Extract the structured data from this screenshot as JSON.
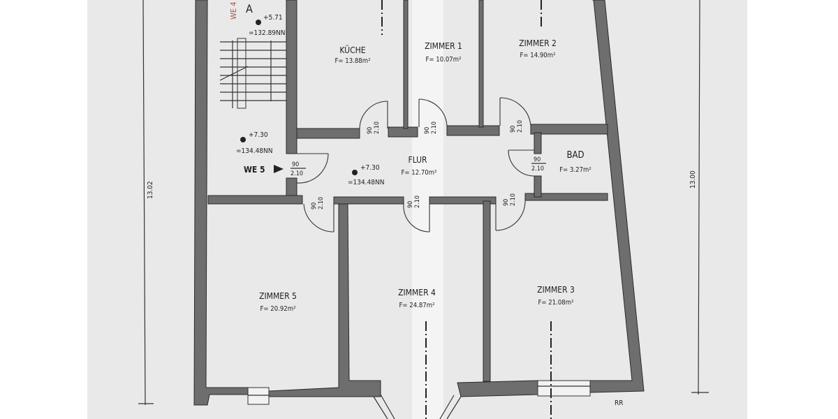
{
  "plan": {
    "rooms": [
      {
        "name": "KÜCHE",
        "area": "F= 13.88m²"
      },
      {
        "name": "ZIMMER 1",
        "area": "F= 10.07m²"
      },
      {
        "name": "ZIMMER 2",
        "area": "F= 14.90m²"
      },
      {
        "name": "FLUR",
        "area": "F= 12.70m²"
      },
      {
        "name": "BAD",
        "area": "F= 3.27m²"
      },
      {
        "name": "ZIMMER 5",
        "area": "F= 20.92m²"
      },
      {
        "name": "ZIMMER 4",
        "area": "F= 24.87m²"
      },
      {
        "name": "ZIMMER 3",
        "area": "F= 21.08m²"
      }
    ],
    "door_label": {
      "width": "90",
      "height": "2.10"
    },
    "elevations": [
      {
        "level": "+5.71",
        "nn": "=132.89NN"
      },
      {
        "level": "+7.30",
        "nn": "=134.48NN"
      },
      {
        "level": "+7.30",
        "nn": "=134.48NN"
      }
    ],
    "units": {
      "we5": "WE 5",
      "we4": "WE 4"
    },
    "dimensions": {
      "left": "13.02",
      "right": "13.00"
    },
    "marks": {
      "rr": "RR",
      "stair_mark": "A"
    },
    "colors": {
      "paper": "#e9e9e9",
      "wall": "#6e6e6e",
      "we4_text": "#b0504a"
    }
  }
}
